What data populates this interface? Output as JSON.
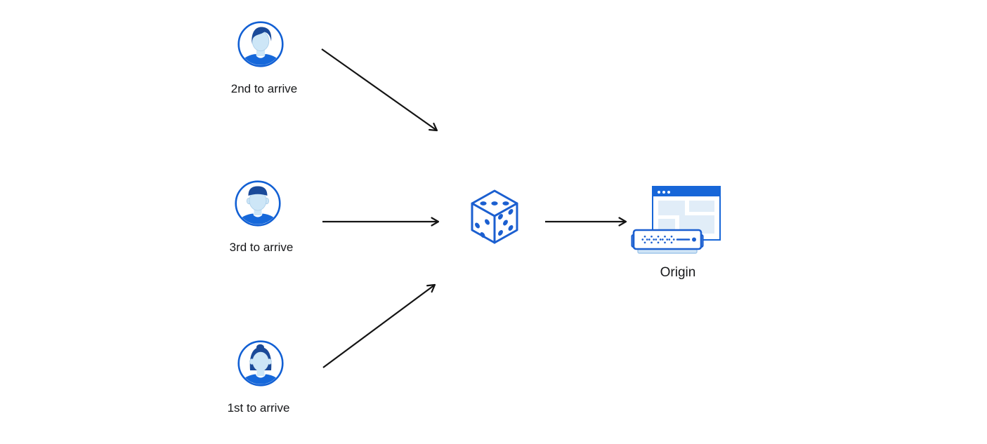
{
  "diagram": {
    "title": "Request ordering randomization diagram",
    "nodes": [
      {
        "id": "visitor-second",
        "label": "2nd to arrive",
        "icon": "avatar-man-swoop-hair-icon"
      },
      {
        "id": "visitor-third",
        "label": "3rd to arrive",
        "icon": "avatar-man-flat-hair-icon"
      },
      {
        "id": "visitor-first",
        "label": "1st to arrive",
        "icon": "avatar-woman-bun-icon"
      },
      {
        "id": "randomizer",
        "label": "",
        "icon": "dice-icon"
      },
      {
        "id": "origin",
        "label": "Origin",
        "icon": "origin-server-icon"
      }
    ],
    "edges": [
      {
        "from": "visitor-second",
        "to": "randomizer"
      },
      {
        "from": "visitor-third",
        "to": "randomizer"
      },
      {
        "from": "visitor-first",
        "to": "randomizer"
      },
      {
        "from": "randomizer",
        "to": "origin"
      }
    ],
    "colors": {
      "brand_blue": "#1766d8",
      "outline_blue": "#1b5fd0",
      "hair_navy": "#1b4a99",
      "shirt_blue": "#1668da",
      "skin_light_blue": "#cde6f7",
      "panel_pale_blue": "#e1edf8",
      "arrow_black": "#141414",
      "text": "#17181a",
      "background": "#ffffff"
    }
  }
}
